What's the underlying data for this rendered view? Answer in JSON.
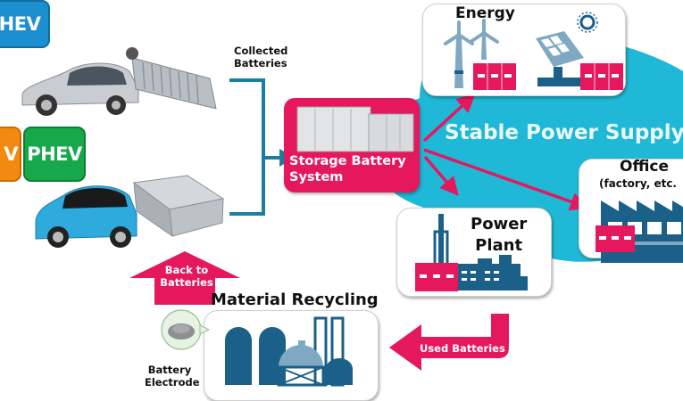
{
  "colors": {
    "accent_pink": "#e5185e",
    "cloud_cyan": "#1fb8d6",
    "icon_blue": "#1a6088",
    "icon_light_blue": "#6aa9c8",
    "connector_teal": "#1a7ea0",
    "hev_badge": "#1b8fd0",
    "phev_badge": "#16a84a",
    "ev_badge": "#f28a10"
  },
  "badges": {
    "hev": "HEV",
    "ev": "V",
    "phev": "PHEV"
  },
  "vehicles": [
    {
      "name": "hybrid-car",
      "color": "silver"
    },
    {
      "name": "electric-car",
      "color": "sky blue"
    }
  ],
  "labels": {
    "collected_batteries_line1": "Collected",
    "collected_batteries_line2": "Batteries",
    "storage_system_line1": "Storage Battery",
    "storage_system_line2": "System",
    "stable_power_supply": "Stable Power Supply",
    "energy": "Energy",
    "office": "Office",
    "office_sub": "(factory, etc.",
    "power_plant_line1": "Power",
    "power_plant_line2": "Plant",
    "material_recycling": "Material Recycling",
    "back_to_batteries_line1": "Back to",
    "back_to_batteries_line2": "Batteries",
    "used_batteries": "Used Batteries",
    "battery_electrode_line1": "Battery",
    "battery_electrode_line2": "Electrode"
  }
}
